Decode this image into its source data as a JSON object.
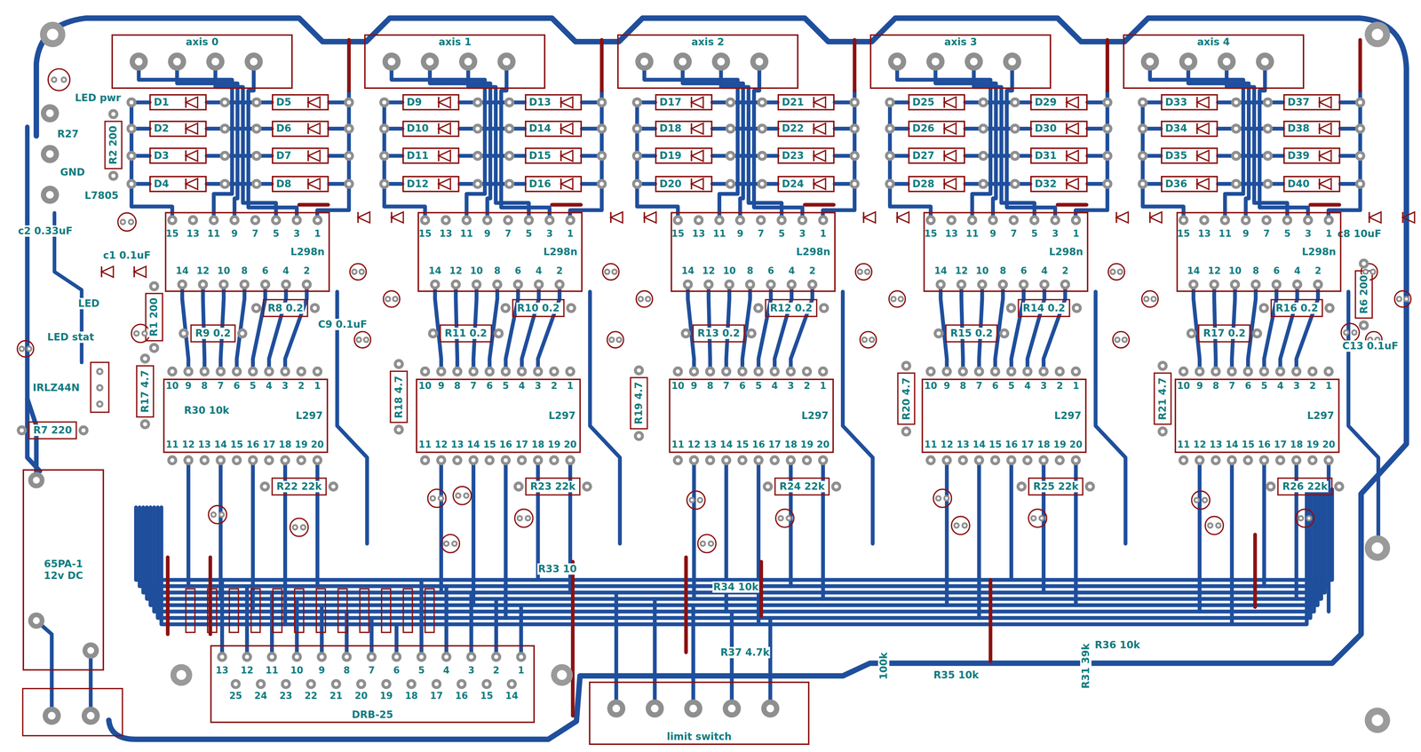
{
  "diagram": {
    "nodes": [
      {
        "text": [
          "axis 0"
        ]
      },
      {
        "text": [
          "D1"
        ]
      },
      {
        "text": [
          "D2"
        ]
      },
      {
        "text": [
          "D3"
        ]
      },
      {
        "text": [
          "D4"
        ]
      },
      {
        "text": [
          "D5"
        ]
      },
      {
        "text": [
          "D6"
        ]
      },
      {
        "text": [
          "D7"
        ]
      },
      {
        "text": [
          "D8"
        ]
      },
      {
        "text": [
          "L298n"
        ]
      },
      {
        "text": [
          "L297"
        ]
      },
      {
        "text": [
          "axis 1"
        ]
      },
      {
        "text": [
          "D9"
        ]
      },
      {
        "text": [
          "D10"
        ]
      },
      {
        "text": [
          "D11"
        ]
      },
      {
        "text": [
          "D12"
        ]
      },
      {
        "text": [
          "D13"
        ]
      },
      {
        "text": [
          "D14"
        ]
      },
      {
        "text": [
          "D15"
        ]
      },
      {
        "text": [
          "D16"
        ]
      },
      {
        "text": [
          "L298n"
        ]
      },
      {
        "text": [
          "L297"
        ]
      },
      {
        "text": [
          "axis 2"
        ]
      },
      {
        "text": [
          "D17"
        ]
      },
      {
        "text": [
          "D18"
        ]
      },
      {
        "text": [
          "D19"
        ]
      },
      {
        "text": [
          "D20"
        ]
      },
      {
        "text": [
          "D21"
        ]
      },
      {
        "text": [
          "D22"
        ]
      },
      {
        "text": [
          "D23"
        ]
      },
      {
        "text": [
          "D24"
        ]
      },
      {
        "text": [
          "L298n"
        ]
      },
      {
        "text": [
          "L297"
        ]
      },
      {
        "text": [
          "axis 3"
        ]
      },
      {
        "text": [
          "D25"
        ]
      },
      {
        "text": [
          "D26"
        ]
      },
      {
        "text": [
          "D27"
        ]
      },
      {
        "text": [
          "D28"
        ]
      },
      {
        "text": [
          "D29"
        ]
      },
      {
        "text": [
          "D30"
        ]
      },
      {
        "text": [
          "D31"
        ]
      },
      {
        "text": [
          "D32"
        ]
      },
      {
        "text": [
          "L298n"
        ]
      },
      {
        "text": [
          "L297"
        ]
      },
      {
        "text": [
          "axis 4"
        ]
      },
      {
        "text": [
          "D33"
        ]
      },
      {
        "text": [
          "D34"
        ]
      },
      {
        "text": [
          "D35"
        ]
      },
      {
        "text": [
          "D36"
        ]
      },
      {
        "text": [
          "D37"
        ]
      },
      {
        "text": [
          "D38"
        ]
      },
      {
        "text": [
          "D39"
        ]
      },
      {
        "text": [
          "D40"
        ]
      },
      {
        "text": [
          "L298n"
        ]
      },
      {
        "text": [
          "L297"
        ]
      },
      {
        "text": [
          "DRB-25"
        ]
      },
      {
        "text": [
          "limit switch"
        ]
      },
      {
        "text": [
          "65PA-1",
          "12v DC"
        ]
      }
    ],
    "labels": [
      "15",
      "13",
      "11",
      "9",
      "7",
      "5",
      "3",
      "1",
      "14",
      "12",
      "10",
      "8",
      "6",
      "4",
      "2",
      "10",
      "9",
      "8",
      "7",
      "6",
      "5",
      "4",
      "3",
      "2",
      "1",
      "11",
      "12",
      "13",
      "14",
      "15",
      "16",
      "17",
      "18",
      "19",
      "20",
      "R8 0.2",
      "R9 0.2",
      "15",
      "13",
      "11",
      "9",
      "7",
      "5",
      "3",
      "1",
      "14",
      "12",
      "10",
      "8",
      "6",
      "4",
      "2",
      "10",
      "9",
      "8",
      "7",
      "6",
      "5",
      "4",
      "3",
      "2",
      "1",
      "11",
      "12",
      "13",
      "14",
      "15",
      "16",
      "17",
      "18",
      "19",
      "20",
      "R10 0.2",
      "R11 0.2",
      "15",
      "13",
      "11",
      "9",
      "7",
      "5",
      "3",
      "1",
      "14",
      "12",
      "10",
      "8",
      "6",
      "4",
      "2",
      "10",
      "9",
      "8",
      "7",
      "6",
      "5",
      "4",
      "3",
      "2",
      "1",
      "11",
      "12",
      "13",
      "14",
      "15",
      "16",
      "17",
      "18",
      "19",
      "20",
      "R12 0.2",
      "R13 0.2",
      "15",
      "13",
      "11",
      "9",
      "7",
      "5",
      "3",
      "1",
      "14",
      "12",
      "10",
      "8",
      "6",
      "4",
      "2",
      "10",
      "9",
      "8",
      "7",
      "6",
      "5",
      "4",
      "3",
      "2",
      "1",
      "11",
      "12",
      "13",
      "14",
      "15",
      "16",
      "17",
      "18",
      "19",
      "20",
      "R14 0.2",
      "R15 0.2",
      "15",
      "13",
      "11",
      "9",
      "7",
      "5",
      "3",
      "1",
      "14",
      "12",
      "10",
      "8",
      "6",
      "4",
      "2",
      "10",
      "9",
      "8",
      "7",
      "6",
      "5",
      "4",
      "3",
      "2",
      "1",
      "11",
      "12",
      "13",
      "14",
      "15",
      "16",
      "17",
      "18",
      "19",
      "20",
      "R16 0.2",
      "R17 0.2",
      "13",
      "12",
      "11",
      "10",
      "9",
      "8",
      "7",
      "6",
      "5",
      "4",
      "3",
      "2",
      "1",
      "25",
      "24",
      "23",
      "22",
      "21",
      "20",
      "19",
      "18",
      "17",
      "16",
      "15",
      "14",
      "LED pwr",
      "R2 200",
      "R27",
      "GND",
      "L7805",
      "c2 0.33uF",
      "c1 0.1uF",
      "LED",
      "R1 200",
      "LED stat",
      "IRLZ44N",
      "R7 220",
      "R17 4.7",
      "R30 10k",
      "R22 22k",
      "R23 22k",
      "R24 22k",
      "R25 22k",
      "R26 22k",
      "R18 4.7",
      "R19 4.7",
      "R20 4.7",
      "R21 4.7",
      "R33 10",
      "R34 10k",
      "100k",
      "R35 10k",
      "R31 39k",
      "R36 10k",
      "R6 200",
      "C13 0.1uF",
      "c8 10uF",
      "C9 0.1uF",
      "R37 4.7k"
    ]
  }
}
